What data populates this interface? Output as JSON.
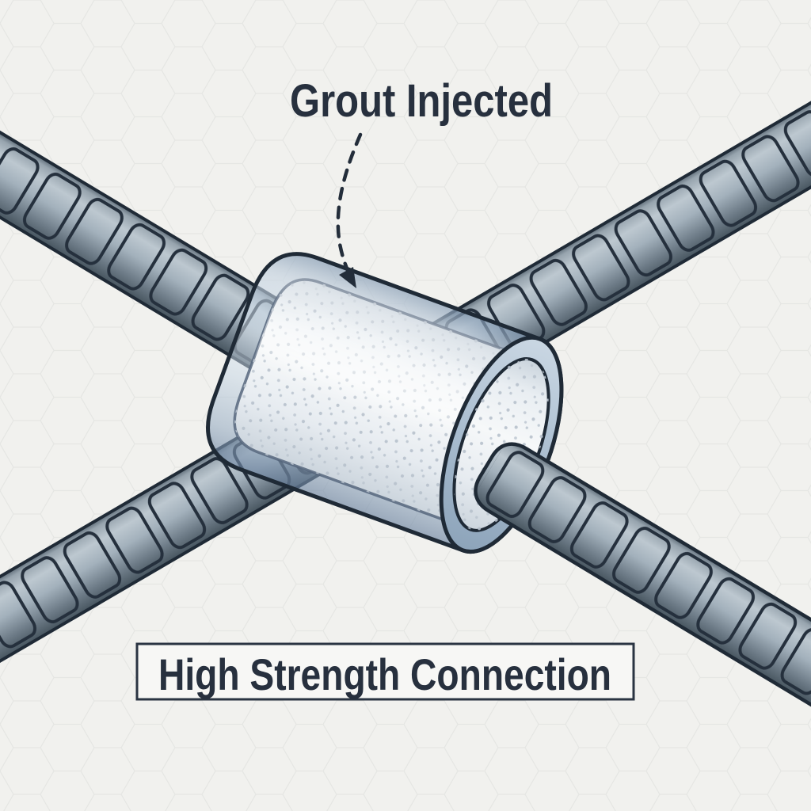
{
  "page": {
    "background_color": "#f1f1ee"
  },
  "labels": {
    "grout_injected": "Grout Injected",
    "high_strength_connection": "High Strength Connection"
  },
  "colors": {
    "text": "#27303e",
    "outline": "#1f2a36",
    "rebar_steel_light": "#bdc8d0",
    "rebar_steel_dark": "#47555f",
    "sleeve_translucent_blue": "#aec3d8",
    "grout_fill": "#f2f5f6",
    "grout_speckle": "#b7c1cc",
    "caption_box_background": "#f7f7f5",
    "arrow": "#232d3a"
  },
  "diagram": {
    "type": "technical-illustration",
    "subject": "Grout-injected rebar splice coupler at the crossing of two ribbed reinforcement bars",
    "parts": [
      "rebar-upper-left-to-lower-right",
      "rebar-upper-right-to-lower-left",
      "translucent-coupler-sleeve",
      "grout-core",
      "coupler-open-face-ring",
      "dashed-pointer-arrow"
    ]
  }
}
